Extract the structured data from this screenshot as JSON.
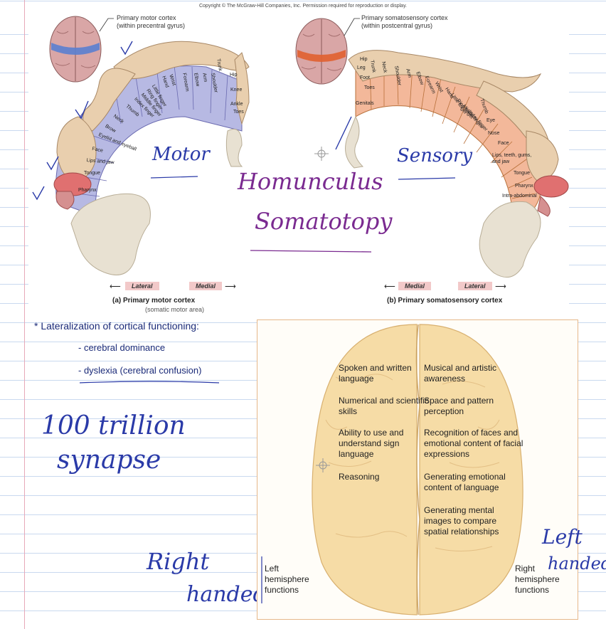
{
  "copyright": "Copyright © The McGraw-Hill Companies, Inc. Permission required for reproduction or display.",
  "motor": {
    "callout": "Primary motor cortex",
    "callout_sub": "(within precentral gyrus)",
    "parts": [
      "Trunk",
      "Hip",
      "Knee",
      "Ankle",
      "Toes",
      "Shoulder",
      "Arm",
      "Elbow",
      "Forearm",
      "Wrist",
      "Hand",
      "Little finger",
      "Ring finger",
      "Middle finger",
      "Index finger",
      "Thumb",
      "Neck",
      "Brow",
      "Eyelid and eyeball",
      "Face",
      "Lips and jaw",
      "Tongue",
      "Pharynx"
    ],
    "caption": "(a) Primary motor cortex",
    "caption_sub": "(somatic motor area)",
    "axis_left": "Lateral",
    "axis_right": "Medial"
  },
  "sensory": {
    "callout": "Primary somatosensory cortex",
    "callout_sub": "(within postcentral gyrus)",
    "parts": [
      "Hip",
      "Trunk",
      "Neck",
      "Leg",
      "Foot",
      "Toes",
      "Genitals",
      "Shoulder",
      "Arm",
      "Elbow",
      "Forearm",
      "Wrist",
      "Hand",
      "Little finger",
      "Ring finger",
      "Middle finger",
      "Index finger",
      "Thumb",
      "Eye",
      "Nose",
      "Face",
      "Lips, teeth, gums, and jaw",
      "Tongue",
      "Pharynx",
      "Intra-abdominal"
    ],
    "caption": "(b) Primary somatosensory cortex",
    "axis_left": "Medial",
    "axis_right": "Lateral"
  },
  "handwriting": {
    "motor": "Motor",
    "sensory": "Sensory",
    "homunculus": "Homunculus",
    "somatotopy": "Somatotopy",
    "synapse_1": "100 trillion",
    "synapse_2": "synapse",
    "right_1": "Right",
    "right_2": "handed",
    "left_1": "Left",
    "left_2": "handed."
  },
  "notes": {
    "heading": "* Lateralization of cortical functioning:",
    "item1": "- cerebral dominance",
    "item2": "- dyslexia (cerebral confusion)"
  },
  "hemispheres": {
    "left": [
      "Spoken and written language",
      "Numerical and scientific skills",
      "Ability to use and understand sign language",
      "Reasoning"
    ],
    "right": [
      "Musical and artistic awareness",
      "Space and pattern perception",
      "Recognition of faces and emotional content of facial expressions",
      "Generating emotional content of language",
      "Generating mental images to compare spatial relationships"
    ],
    "left_footer": "Left hemisphere functions",
    "right_footer": "Right hemisphere functions"
  },
  "colors": {
    "motor_fill": "#b7b9e3",
    "sensory_fill": "#f3b89a",
    "ink_blue": "#2a3aa8",
    "ink_purple": "#7a2a90",
    "brain_fill": "#f6dca6",
    "body_tan": "#e9cfae"
  }
}
